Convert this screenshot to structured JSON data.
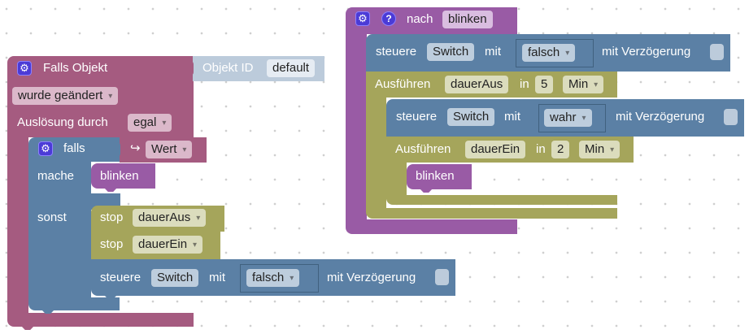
{
  "trigger_block": {
    "title": "Falls Objekt",
    "object_id_label": "Objekt ID",
    "object_id_value": "default",
    "event_dropdown": "wurde geändert",
    "trigger_by_label": "Auslösung durch",
    "trigger_by_dropdown": "egal",
    "icon": "gear-icon",
    "color": "#a55b80"
  },
  "if_block": {
    "label_if": "falls",
    "condition_arrow": "↪",
    "condition_dropdown": "Wert",
    "label_do": "mache",
    "label_else": "sonst",
    "icon": "gear-icon",
    "color": "#5b80a5",
    "do_call": "blinken",
    "else_stop_1": {
      "label": "stop",
      "timer": "dauerAus"
    },
    "else_stop_2": {
      "label": "stop",
      "timer": "dauerEin"
    },
    "else_control": {
      "label": "steuere",
      "object": "Switch",
      "with_label": "mit",
      "value": "falsch",
      "delay_label": "mit Verzögerung"
    }
  },
  "procedure_block": {
    "label": "nach",
    "name": "blinken",
    "icons": [
      "gear-icon",
      "help-icon"
    ],
    "color": "#995ba5",
    "control_1": {
      "label": "steuere",
      "object": "Switch",
      "with_label": "mit",
      "value": "falsch",
      "delay_label": "mit Verzögerung"
    },
    "timeout_1": {
      "label": "Ausführen",
      "timer": "dauerAus",
      "in_label": "in",
      "amount": "5",
      "unit": "Min"
    },
    "control_2": {
      "label": "steuere",
      "object": "Switch",
      "with_label": "mit",
      "value": "wahr",
      "delay_label": "mit Verzögerung"
    },
    "timeout_2": {
      "label": "Ausführen",
      "timer": "dauerEin",
      "in_label": "in",
      "amount": "2",
      "unit": "Min"
    },
    "inner_call": "blinken"
  }
}
